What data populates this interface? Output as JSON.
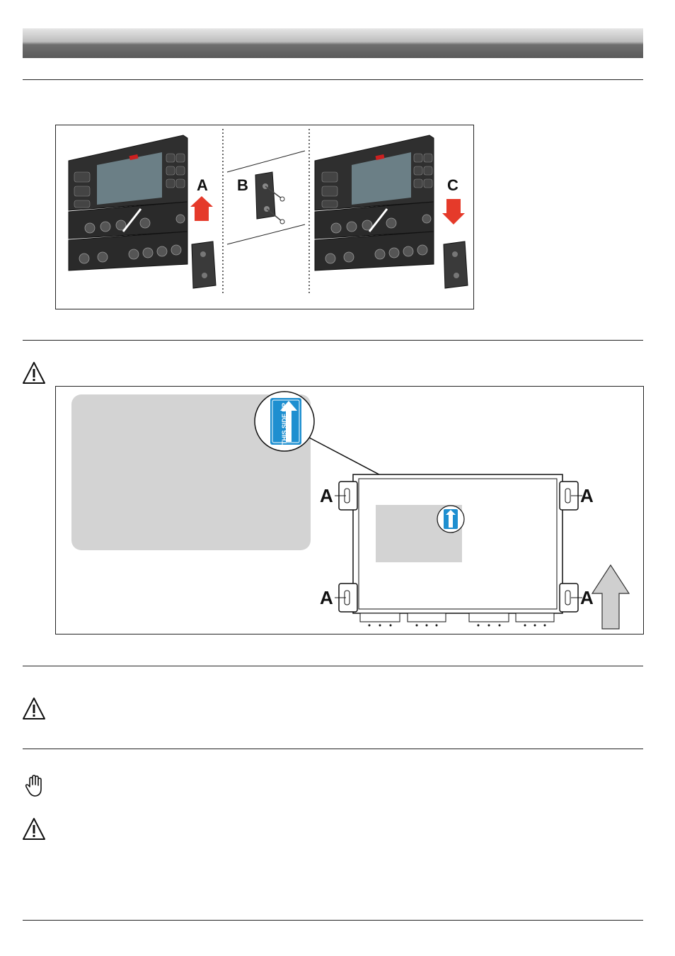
{
  "header": {
    "title": ""
  },
  "figure1": {
    "labels": {
      "a": "A",
      "b": "B",
      "c": "C"
    }
  },
  "figure2": {
    "sticker": {
      "text": "THIS SIDE UP"
    },
    "labels": {
      "a": "A"
    }
  },
  "icons": {
    "warning": "warning-triangle-icon",
    "hand": "hand-stop-icon"
  },
  "colors": {
    "sticker_blue": "#1e8fd0",
    "arrow_red": "#e53a2a",
    "arrow_gray": "#cfcfcf"
  }
}
